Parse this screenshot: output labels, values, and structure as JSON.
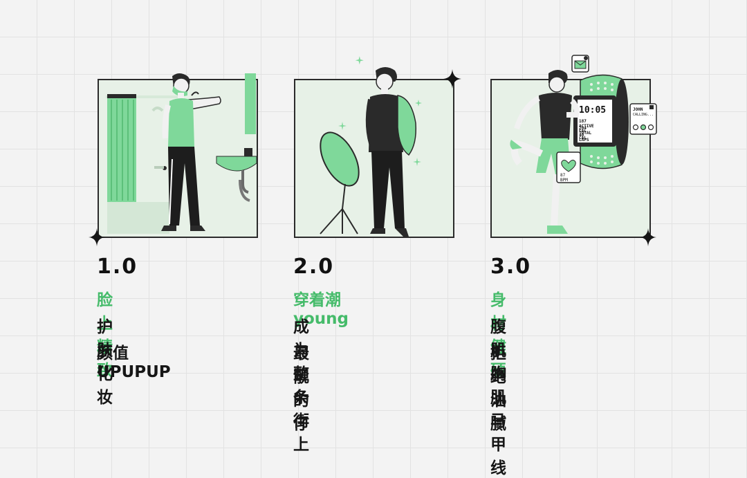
{
  "cards": [
    {
      "number": "1.0",
      "title": "脸上精致",
      "lines": [
        "护肤化妆",
        "颜值UPUPUP"
      ]
    },
    {
      "number": "2.0",
      "title": "穿着潮young",
      "lines": [
        "成为整条街上",
        "最靓的仔"
      ]
    },
    {
      "number": "3.0",
      "title": "身材健硕",
      "lines": [
        "腹肌胸肌马甲线",
        "拒绝油腻"
      ]
    }
  ],
  "watch": {
    "time": "10:05",
    "stats": [
      "187 ACTIVE CAL",
      "204 TOTAL CAL",
      "40 LAPS"
    ],
    "heart_rate": "87 BPM",
    "caller": [
      "JOHN",
      "CALLING..."
    ]
  },
  "colors": {
    "accent": "#45bb6a",
    "light_green": "#e7f1e7",
    "mid_green": "#7fd89a",
    "dark": "#2a2a2a",
    "grid": "#e2e2e2",
    "background": "#f3f3f3"
  },
  "icons": [
    "sparkle-icon",
    "mail-icon",
    "heart-icon",
    "volume-icon"
  ]
}
